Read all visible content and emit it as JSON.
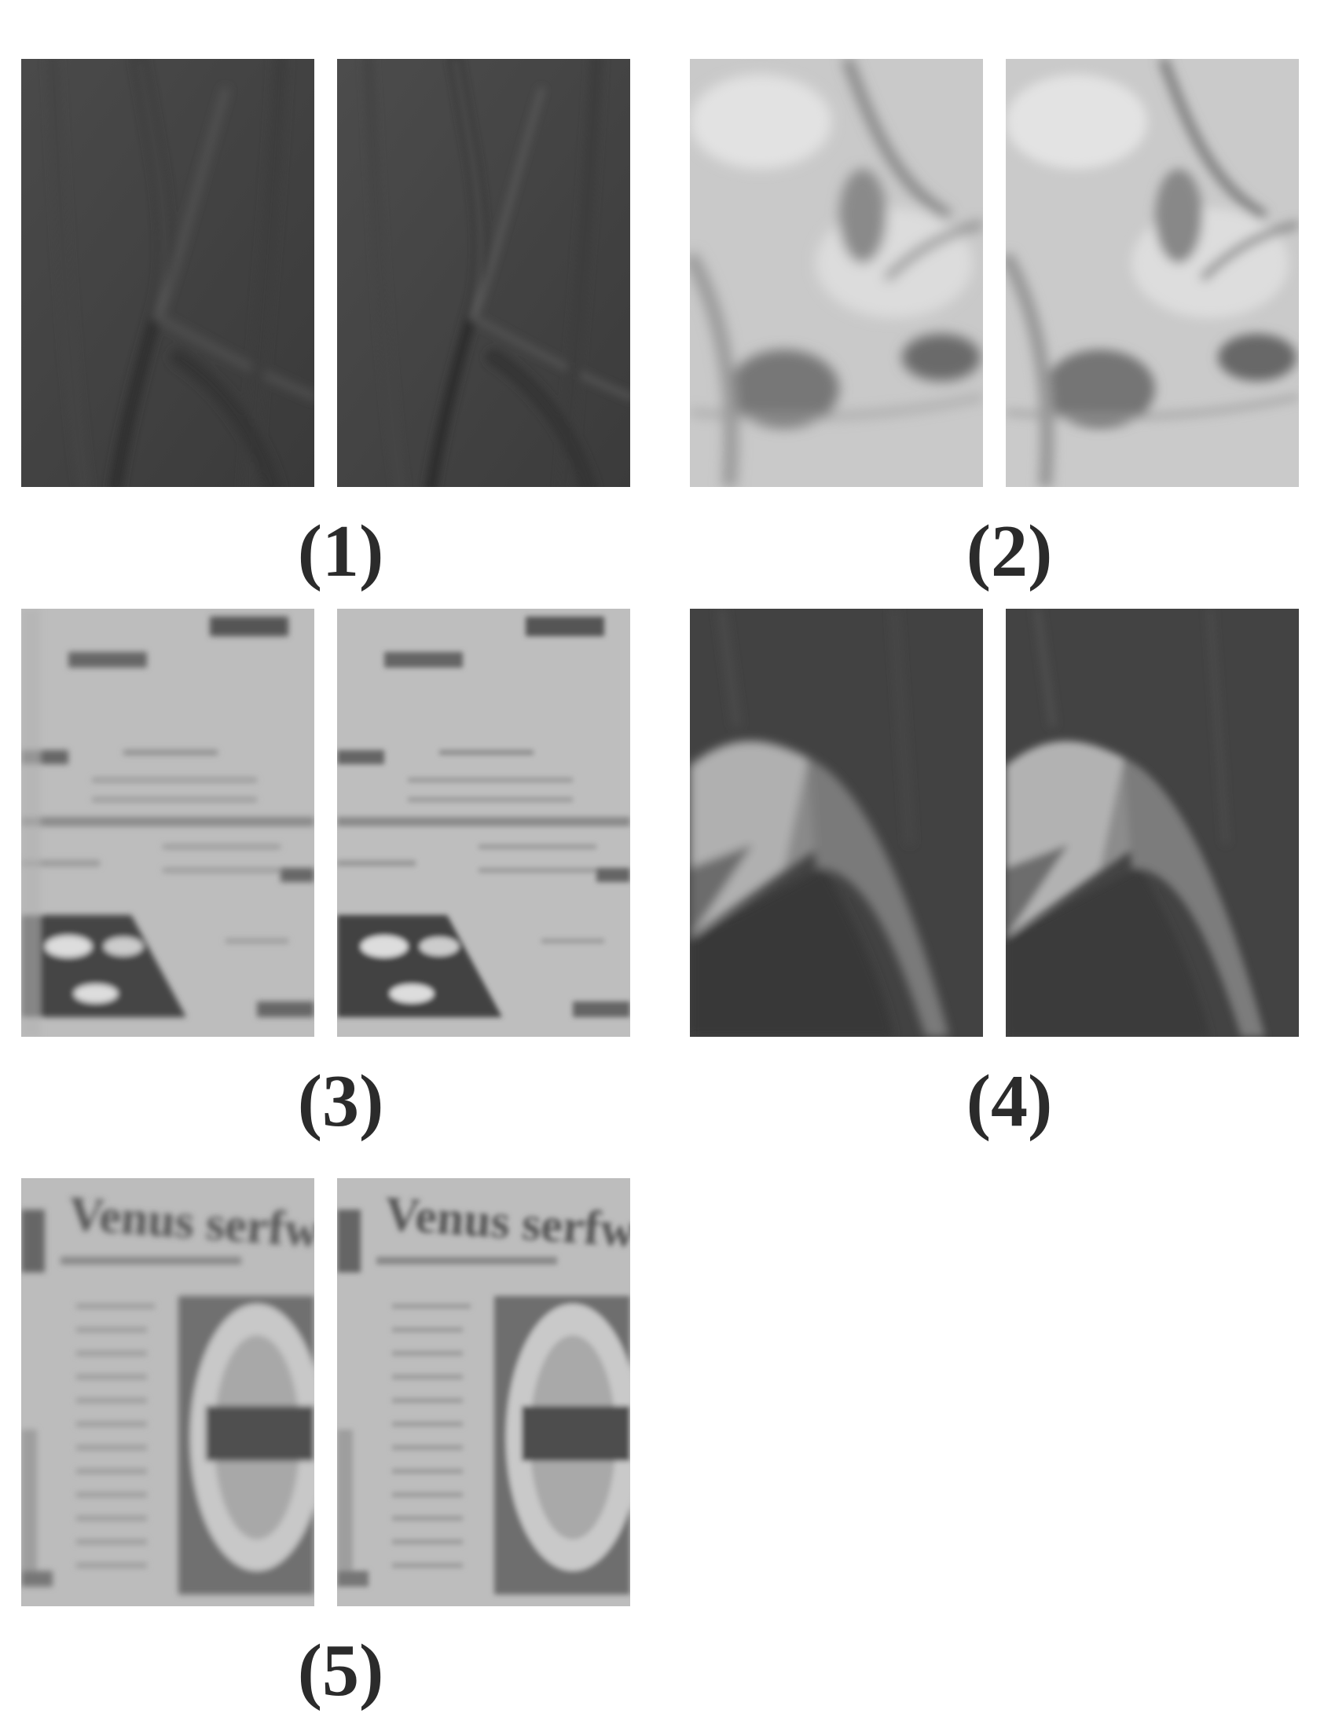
{
  "figure": {
    "groups": [
      {
        "label": "(1)",
        "content": "blurred dark grass stems"
      },
      {
        "label": "(2)",
        "content": "blurred light foliage"
      },
      {
        "label": "(3)",
        "content": "blurred newspaper page"
      },
      {
        "label": "(4)",
        "content": "blurred dark arch shape"
      },
      {
        "label": "(5)",
        "content": "blurred newspaper headline",
        "headline_fragment": "Venus serfw"
      }
    ]
  }
}
